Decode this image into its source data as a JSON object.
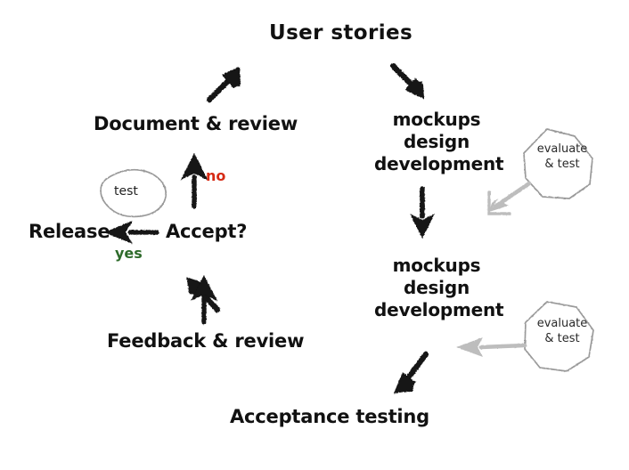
{
  "diagram": {
    "title": "User stories",
    "background_color": "#ffffff",
    "ink_color": "#111111",
    "accent_no_color": "#d62a14",
    "accent_yes_color": "#2e6b2b",
    "callout_color": "#9a9a9a"
  },
  "steps": {
    "document_review": "Document & review",
    "mockups_1": {
      "line1": "mockups",
      "line2": "design",
      "line3": "development"
    },
    "mockups_2": {
      "line1": "mockups",
      "line2": "design",
      "line3": "development"
    },
    "acceptance_testing": "Acceptance testing",
    "feedback_review": "Feedback & review",
    "accept": "Accept?",
    "release": "Release"
  },
  "callouts": {
    "test_bubble": "test",
    "evaluate_1": {
      "line1": "evaluate",
      "line2": "& test"
    },
    "evaluate_2": {
      "line1": "evaluate",
      "line2": "& test"
    }
  },
  "branch_labels": {
    "no": "no",
    "yes": "yes"
  }
}
